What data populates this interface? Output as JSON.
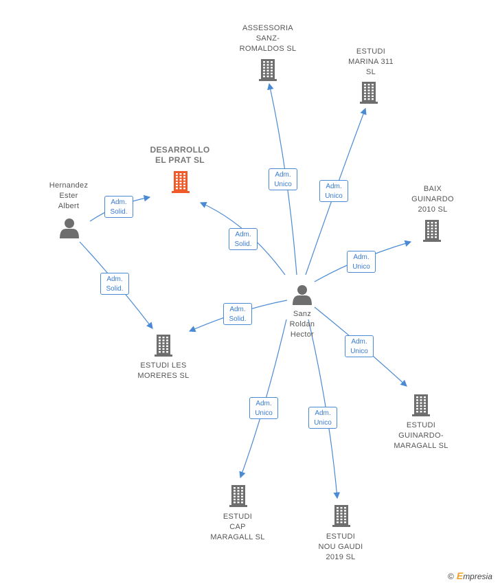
{
  "diagram": {
    "center_person": {
      "name": "Sanz\nRoldan\nHector"
    },
    "other_person": {
      "name": "Hernandez\nEster\nAlbert"
    },
    "companies": [
      {
        "id": "assessoria",
        "name": "ASSESSORIA\nSANZ-\nROMALDOS  SL"
      },
      {
        "id": "estudi_marina",
        "name": "ESTUDI\nMARINA 311\nSL"
      },
      {
        "id": "desarrollo",
        "name": "DESARROLLO\nEL PRAT  SL",
        "highlight": true,
        "color": "#f05a28"
      },
      {
        "id": "baix",
        "name": "BAIX\nGUINARDO\n2010 SL"
      },
      {
        "id": "estudi_les",
        "name": "ESTUDI LES\nMORERES  SL"
      },
      {
        "id": "guinardo",
        "name": "ESTUDI\nGUINARDO-\nMARAGALL  SL"
      },
      {
        "id": "cap",
        "name": "ESTUDI\nCAP\nMARAGALL  SL"
      },
      {
        "id": "nou",
        "name": "ESTUDI\nNOU GAUDI\n2019  SL"
      }
    ],
    "relations": [
      {
        "id": "r_assessoria",
        "line1": "Adm.",
        "line2": "Unico"
      },
      {
        "id": "r_marina",
        "line1": "Adm.",
        "line2": "Unico"
      },
      {
        "id": "r_desarrollo_s",
        "line1": "Adm.",
        "line2": "Solid."
      },
      {
        "id": "r_desarrollo_h",
        "line1": "Adm.",
        "line2": "Solid."
      },
      {
        "id": "r_baix",
        "line1": "Adm.",
        "line2": "Unico"
      },
      {
        "id": "r_les_s",
        "line1": "Adm.",
        "line2": "Solid."
      },
      {
        "id": "r_les_h",
        "line1": "Adm.",
        "line2": "Solid."
      },
      {
        "id": "r_guinardo",
        "line1": "Adm.",
        "line2": "Unico"
      },
      {
        "id": "r_cap",
        "line1": "Adm.",
        "line2": "Unico"
      },
      {
        "id": "r_nou",
        "line1": "Adm.",
        "line2": "Unico"
      }
    ],
    "colors": {
      "edge": "#4a8ad4",
      "building": "#6e6e6e",
      "person": "#6e6e6e",
      "highlight": "#f05a28"
    }
  },
  "footer": {
    "copyright": "©",
    "brand_initial": "E",
    "brand_rest": "mpresia"
  }
}
